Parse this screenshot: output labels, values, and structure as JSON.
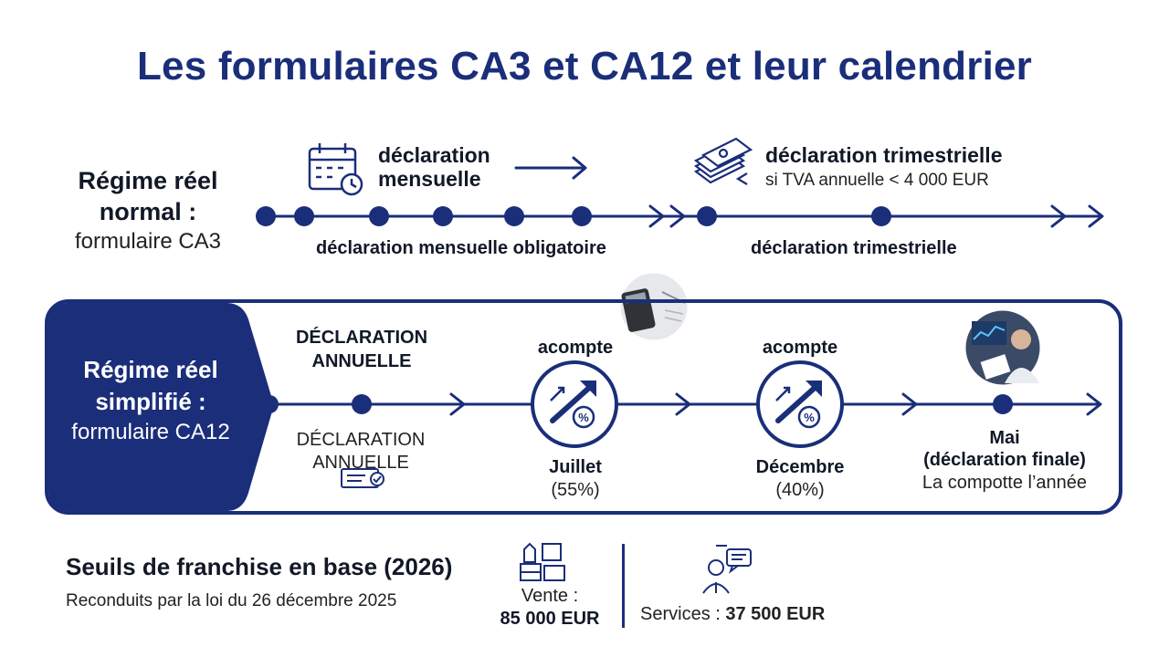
{
  "title": "Les formulaires CA3 et CA12 et leur calendrier",
  "colors": {
    "primary": "#1a2e7a",
    "text": "#111827"
  },
  "regime_normal": {
    "label_bold_1": "Régime réel",
    "label_bold_2": "normal :",
    "label_form": "formulaire CA3",
    "monthly_heading_1": "déclaration",
    "monthly_heading_2": "mensuelle",
    "monthly_icon": "calendar-clock-icon",
    "quarterly_heading": "déclaration trimestrielle",
    "quarterly_condition": "si TVA annuelle < 4 000 EUR",
    "quarterly_icon": "money-stack-icon",
    "timeline_caption_monthly": "déclaration mensuelle obligatoire",
    "timeline_caption_quarterly": "déclaration trimestrielle"
  },
  "regime_simplifie": {
    "label_bold_1": "Régime réel",
    "label_bold_2": "simplifié :",
    "label_form": "formulaire CA12",
    "annual_heading_1": "DÉCLARATION",
    "annual_heading_2": "ANNUELLE",
    "annual_note_1": "DÉCLARATION",
    "annual_note_2": "ANNUELLE",
    "annual_icon": "document-check-icon",
    "acompte_1": {
      "label": "acompte",
      "month": "Juillet",
      "percent": "(55%)",
      "icon": "growth-percent-icon"
    },
    "acompte_2": {
      "label": "acompte",
      "month": "Décembre",
      "percent": "(40%)",
      "icon": "growth-percent-icon"
    },
    "final_month": "Mai",
    "final_label": "(déclaration finale)",
    "final_note": "La compotte l’année",
    "photo_1": "calculator-photo",
    "photo_2": "analyst-photo"
  },
  "franchise": {
    "title": "Seuils de franchise en base (2026)",
    "subtitle": "Reconduits par la loi du 26 décembre 2025",
    "vente_label": "Vente :",
    "vente_value": "85 000 EUR",
    "vente_icon": "goods-boxes-icon",
    "services_label": "Services : ",
    "services_value": "37 500 EUR",
    "services_icon": "person-chat-icon"
  }
}
